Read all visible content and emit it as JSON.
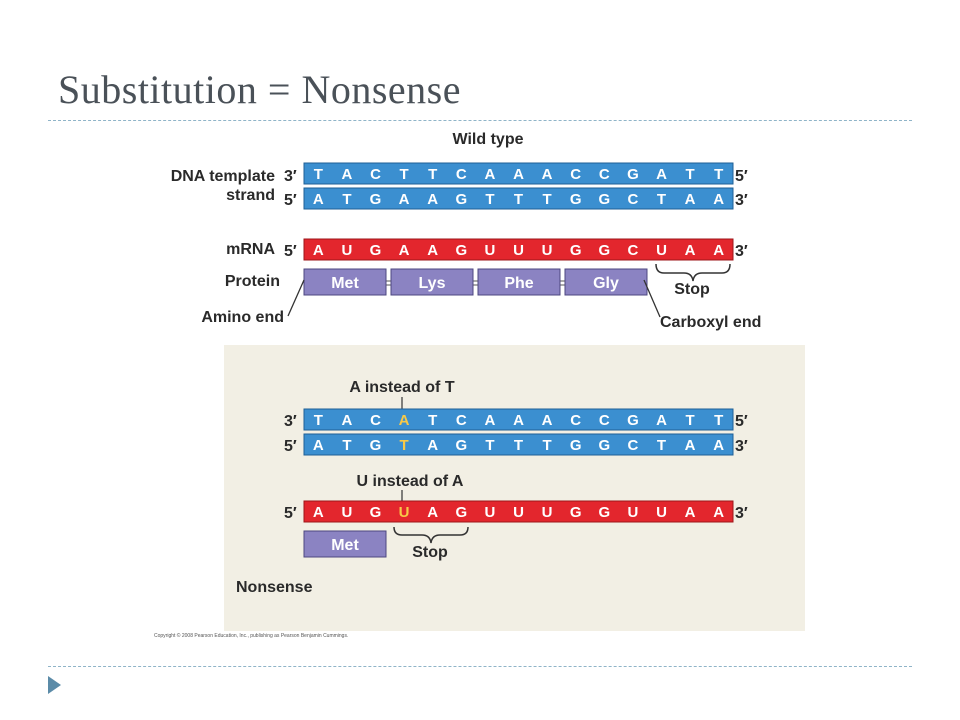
{
  "title": "Substitution = Nonsense",
  "wild_type_label": "Wild type",
  "dna_template_label": "DNA template",
  "strand_label": "strand",
  "mrna_label": "mRNA",
  "protein_label": "Protein",
  "amino_end_label": "Amino end",
  "carboxyl_end_label": "Carboxyl end",
  "stop_label": "Stop",
  "prime3": "3′",
  "prime5": "5′",
  "wild": {
    "template": [
      "T",
      "A",
      "C",
      "T",
      "T",
      "C",
      "A",
      "A",
      "A",
      "C",
      "C",
      "G",
      "A",
      "T",
      "T"
    ],
    "coding": [
      "A",
      "T",
      "G",
      "A",
      "A",
      "G",
      "T",
      "T",
      "T",
      "G",
      "G",
      "C",
      "T",
      "A",
      "A"
    ],
    "mrna": [
      "A",
      "U",
      "G",
      "A",
      "A",
      "G",
      "U",
      "U",
      "U",
      "G",
      "G",
      "C",
      "U",
      "A",
      "A"
    ],
    "protein": [
      "Met",
      "Lys",
      "Phe",
      "Gly"
    ]
  },
  "mutant": {
    "dna_annotation": "A instead of T",
    "mrna_annotation": "U instead of A",
    "template": [
      "T",
      "A",
      "C",
      "A",
      "T",
      "C",
      "A",
      "A",
      "A",
      "C",
      "C",
      "G",
      "A",
      "T",
      "T"
    ],
    "coding": [
      "A",
      "T",
      "G",
      "T",
      "A",
      "G",
      "T",
      "T",
      "T",
      "G",
      "G",
      "C",
      "T",
      "A",
      "A"
    ],
    "mrna": [
      "A",
      "U",
      "G",
      "U",
      "A",
      "G",
      "U",
      "U",
      "U",
      "G",
      "G",
      "U",
      "U",
      "A",
      "A"
    ],
    "protein": [
      "Met"
    ],
    "mutated_index": 3,
    "stop_label": "Stop",
    "type_label": "Nonsense"
  },
  "copyright": "Copyright © 2008 Pearson Education, Inc., publishing as Pearson Benjamin Cummings.",
  "colors": {
    "dna_blue": "#3b8fd0",
    "mrna_red": "#e3262d",
    "protein_purple": "#8b83c2",
    "highlight": "#f7c948",
    "panel_bg": "#f2efe4"
  }
}
